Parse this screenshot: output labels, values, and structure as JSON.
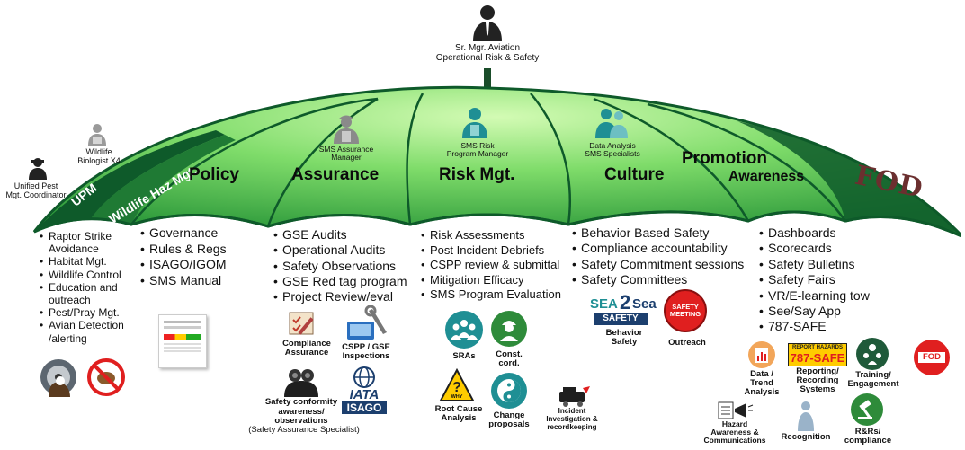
{
  "top_role": {
    "line1": "Sr. Mgr. Aviation",
    "line2": "Operational Risk & Safety"
  },
  "left_roles": {
    "wildlife": {
      "line1": "Wildlife",
      "line2": "Biologist X4"
    },
    "pest": {
      "line1": "Unified Pest",
      "line2": "Mgt. Coordinator"
    }
  },
  "segments": {
    "upm": "UPM",
    "wildlife": "Wildlife Haz Mgt.",
    "policy": "Policy",
    "assurance": "Assurance",
    "risk": "Risk Mgt.",
    "culture": "Culture",
    "promotion": "Promotion",
    "awareness": "Awareness"
  },
  "segment_roles": {
    "assurance": {
      "line1": "SMS Assurance",
      "line2": "Manager"
    },
    "risk": {
      "line1": "SMS Risk",
      "line2": "Program Manager"
    },
    "data": {
      "line1": "Data Analysis",
      "line2": "SMS Specialists"
    }
  },
  "lists": {
    "wildlife": [
      "Raptor Strike Avoidance",
      "Habitat Mgt.",
      "Wildlife Control",
      "Education and outreach",
      "Pest/Pray Mgt.",
      "Avian Detection /alerting"
    ],
    "policy": [
      "Governance",
      "Rules & Regs",
      "ISAGO/IGOM",
      "SMS Manual"
    ],
    "assurance": [
      "GSE Audits",
      "Operational Audits",
      "Safety Observations",
      "GSE Red tag program",
      "Project Review/eval"
    ],
    "risk": [
      "Risk Assessments",
      "Post Incident Debriefs",
      "CSPP review & submittal",
      "Mitigation Efficacy",
      "SMS Program Evaluation"
    ],
    "culture": [
      "Behavior Based Safety",
      "Compliance accountability",
      "Safety Commitment sessions",
      "Safety Committees"
    ],
    "promotion": [
      "Dashboards",
      "Scorecards",
      "Safety Bulletins",
      "Safety Fairs",
      "VR/E-learning tow",
      "See/Say App",
      "787-SAFE"
    ]
  },
  "captions": {
    "compliance": {
      "line1": "Compliance",
      "line2": "Assurance"
    },
    "cspp": {
      "line1": "CSPP / GSE",
      "line2": "Inspections"
    },
    "conformity": {
      "line1": "Safety conformity",
      "line2": "awareness/",
      "line3": "observations"
    },
    "conformity_note": "(Safety Assurance Specialist)",
    "iata": "IATA",
    "isago": "ISAGO",
    "sras": "SRAs",
    "const": {
      "line1": "Const.",
      "line2": "cord."
    },
    "rca": {
      "line1": "Root Cause",
      "line2": "Analysis"
    },
    "why": "WHY",
    "change": {
      "line1": "Change",
      "line2": "proposals"
    },
    "incident": {
      "line1": "Incident",
      "line2": "Investigation &",
      "line3": "recordkeeping"
    },
    "sea2sea_top": "SEA",
    "sea2sea_num": "2",
    "sea2sea_sea": "Sea",
    "sea2sea_bottom": "SAFETY",
    "behavior": {
      "line1": "Behavior",
      "line2": "Safety"
    },
    "safety_meeting": {
      "line1": "SAFETY",
      "line2": "MEETING"
    },
    "outreach": "Outreach",
    "data_trend": {
      "line1": "Data /",
      "line2": "Trend",
      "line3": "Analysis"
    },
    "reporting_badge_top": "REPORT HAZARDS",
    "reporting_badge": "787-SAFE",
    "reporting": {
      "line1": "Reporting/",
      "line2": "Recording",
      "line3": "Systems"
    },
    "training": {
      "line1": "Training/",
      "line2": "Engagement"
    },
    "hazard": {
      "line1": "Hazard",
      "line2": "Awareness &",
      "line3": "Communications"
    },
    "recognition": "Recognition",
    "rrs": {
      "line1": "R&Rs/",
      "line2": "compliance"
    },
    "fod_logo": "FOD",
    "fod_sign": "FOD"
  },
  "colors": {
    "canopy_dark": "#0e5a2a",
    "canopy_mid": "#2f9b3c",
    "canopy_light": "#7fdc6a",
    "canopy_glow": "#c9f7a8",
    "teal_icon": "#1f8f94",
    "navy_icon": "#1c3f6e",
    "green_icon": "#2e8b3a"
  }
}
